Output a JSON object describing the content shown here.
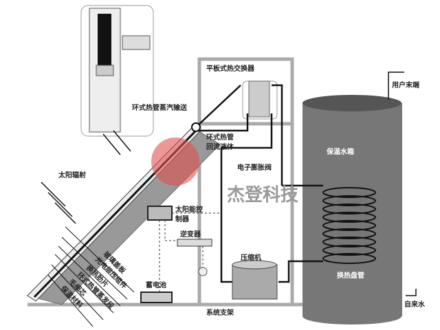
{
  "labels": {
    "vapor": "环式热管蒸汽输送",
    "plate_hx": "平板式热交换器",
    "return": "环式热管",
    "return2": "回流液体",
    "exp_valve": "电子膨胀阀",
    "tank": "保温水箱",
    "user_end": "用户末端",
    "solar": "太阳辐射",
    "controller": "太阳能控",
    "controller2": "制器",
    "inverter": "逆变器",
    "compressor": "压缩机",
    "battery": "蓄电池",
    "coil": "换热盘管",
    "tap_water": "自来水",
    "frame": "系统支架",
    "watermark": "杰登科技",
    "layers": [
      "玻璃盖板",
      "光电层压组件",
      "换热肋片",
      "环式热管蒸发段",
      "毛细芯",
      "保温材料"
    ]
  }
}
